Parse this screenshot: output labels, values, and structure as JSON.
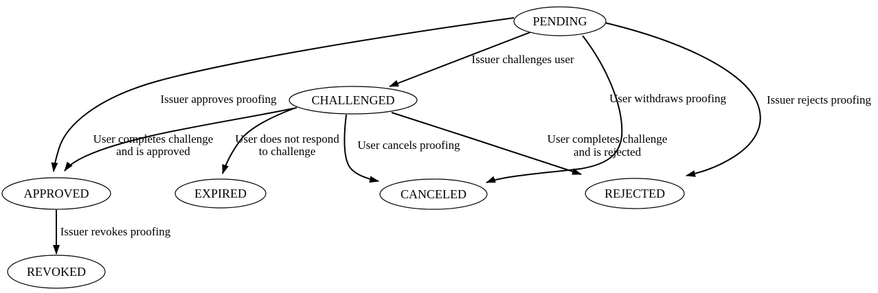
{
  "diagram": {
    "background_color": "#ffffff",
    "stroke_color": "#000000",
    "text_color": "#000000",
    "node_fill_color": "#ffffff",
    "nodes": [
      {
        "id": "pending",
        "label": "PENDING"
      },
      {
        "id": "challenged",
        "label": "CHALLENGED"
      },
      {
        "id": "approved",
        "label": "APPROVED"
      },
      {
        "id": "expired",
        "label": "EXPIRED"
      },
      {
        "id": "canceled",
        "label": "CANCELED"
      },
      {
        "id": "rejected",
        "label": "REJECTED"
      },
      {
        "id": "revoked",
        "label": "REVOKED"
      }
    ],
    "edges": [
      {
        "from": "PENDING",
        "to": "CHALLENGED",
        "label": "Issuer challenges user",
        "lines": [
          "Issuer challenges user"
        ]
      },
      {
        "from": "PENDING",
        "to": "APPROVED",
        "label": "Issuer approves proofing",
        "lines": [
          "Issuer approves proofing"
        ]
      },
      {
        "from": "PENDING",
        "to": "CANCELED",
        "label": "User withdraws proofing",
        "lines": [
          "User withdraws proofing"
        ]
      },
      {
        "from": "PENDING",
        "to": "REJECTED",
        "label": "Issuer rejects proofing",
        "lines": [
          "Issuer rejects proofing"
        ]
      },
      {
        "from": "CHALLENGED",
        "to": "APPROVED",
        "label": "User completes challenge and is approved",
        "lines": [
          "User completes challenge",
          "and is approved"
        ]
      },
      {
        "from": "CHALLENGED",
        "to": "EXPIRED",
        "label": "User does not respond to challenge",
        "lines": [
          "User does not respond",
          "to challenge"
        ]
      },
      {
        "from": "CHALLENGED",
        "to": "CANCELED",
        "label": "User cancels proofing",
        "lines": [
          "User cancels proofing"
        ]
      },
      {
        "from": "CHALLENGED",
        "to": "REJECTED",
        "label": "User completes challenge and is rejected",
        "lines": [
          "User completes challenge",
          "and is rejected"
        ]
      },
      {
        "from": "APPROVED",
        "to": "REVOKED",
        "label": "Issuer revokes proofing",
        "lines": [
          "Issuer revokes proofing"
        ]
      }
    ]
  }
}
